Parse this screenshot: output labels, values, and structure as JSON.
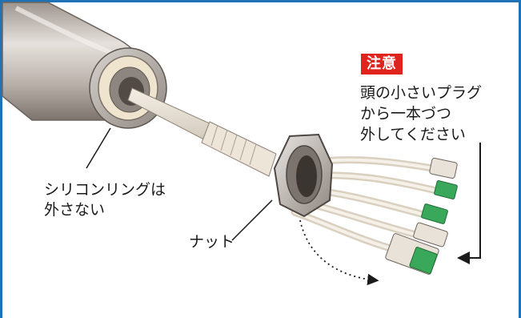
{
  "caution": {
    "badge": "注意",
    "lines": [
      "頭の小さいプラグ",
      "から一本づつ",
      "外してください"
    ]
  },
  "ring_note": {
    "lines": [
      "シリコンリングは",
      "外さない"
    ]
  },
  "nut_label": "ナット",
  "colors": {
    "frame": "#1f71b8",
    "badge": "#e0231c",
    "cable_body": "#c9c2bc",
    "connector_green": "#3aa85a"
  }
}
